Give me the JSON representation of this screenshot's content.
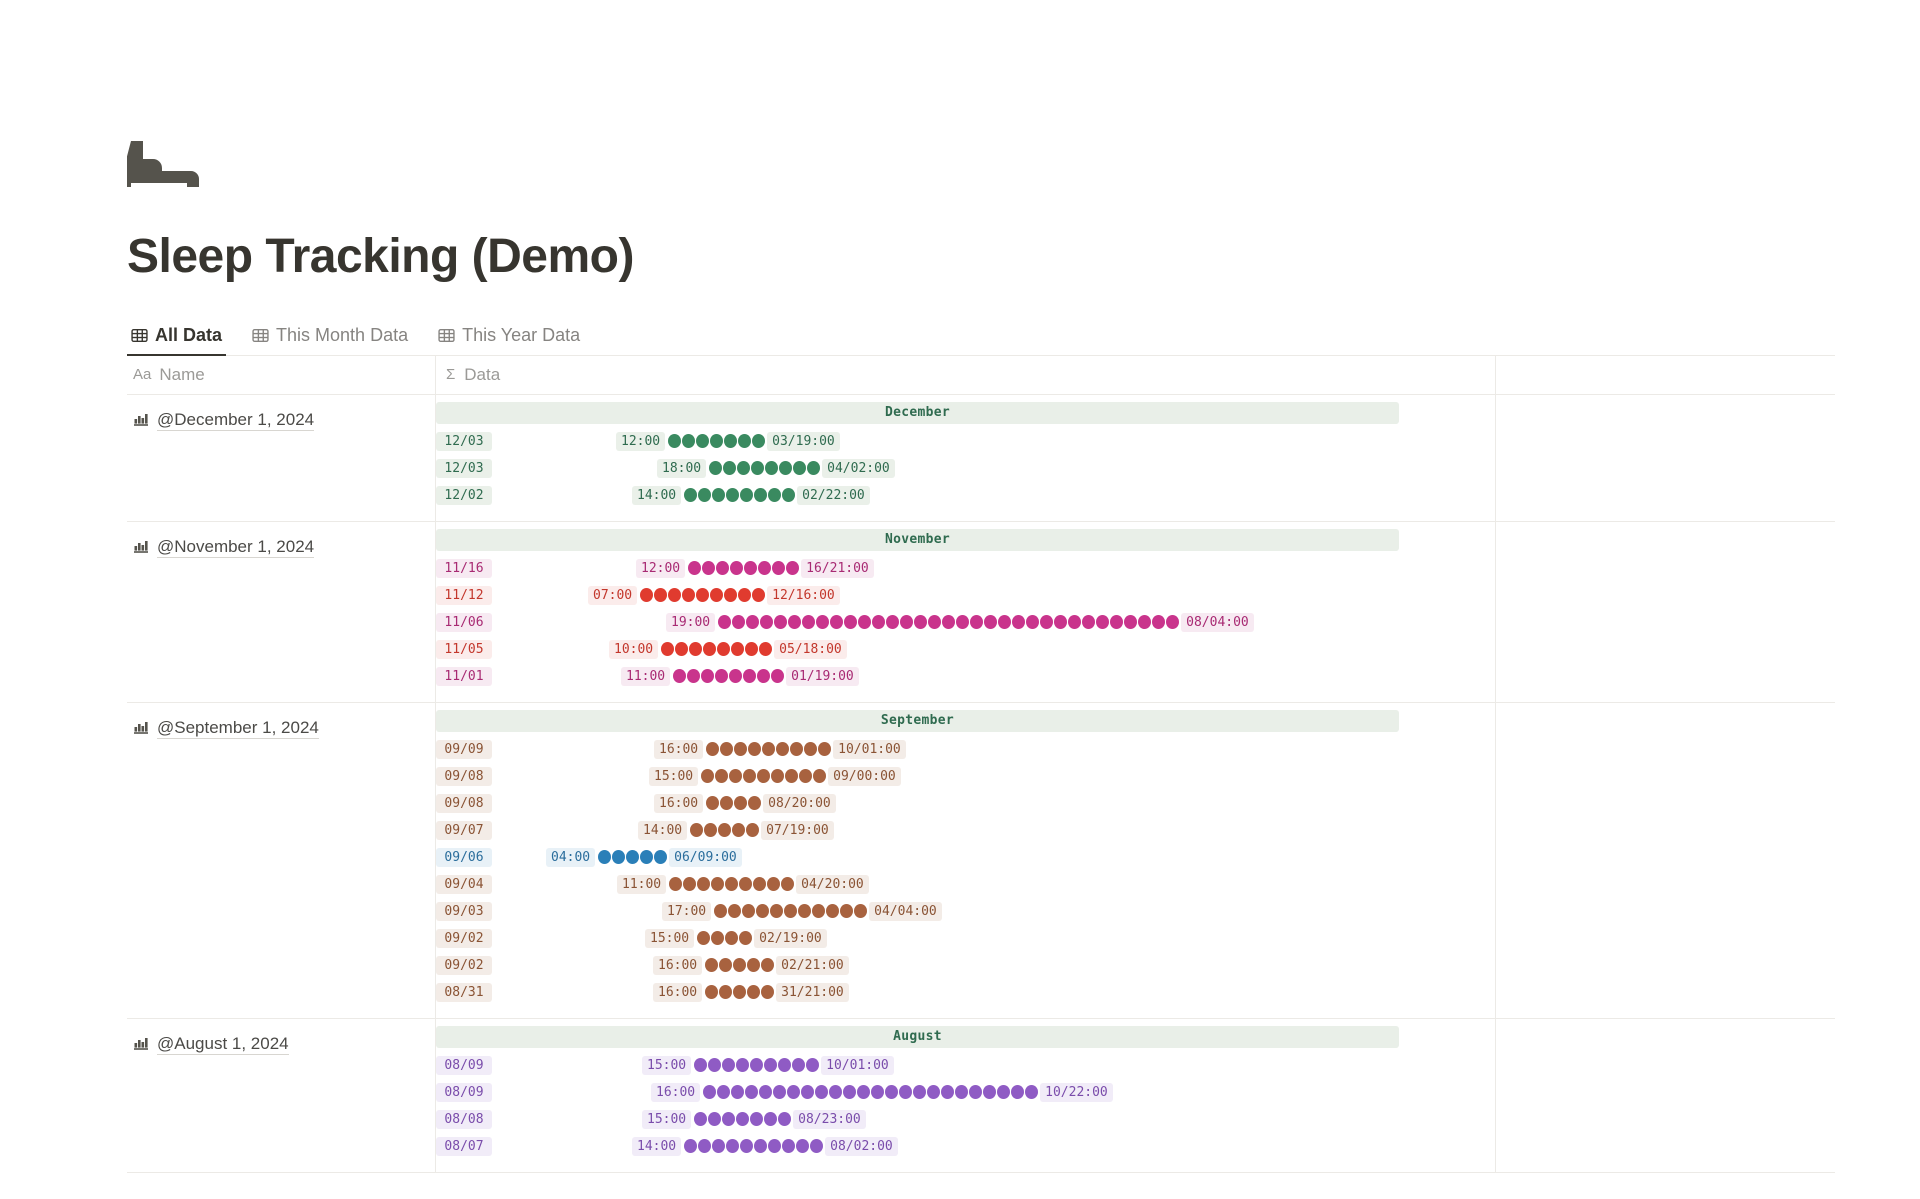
{
  "page": {
    "icon": "bed-icon",
    "title": "Sleep Tracking (Demo)"
  },
  "tabs": [
    {
      "label": "All Data",
      "icon": "table-icon",
      "active": true
    },
    {
      "label": "This Month Data",
      "icon": "table-icon",
      "active": false
    },
    {
      "label": "This Year Data",
      "icon": "table-icon",
      "active": false
    }
  ],
  "columns": [
    {
      "label": "Name",
      "icon": "aa-icon"
    },
    {
      "label": "Data",
      "icon": "sigma-icon"
    }
  ],
  "colors": {
    "green": "#3a8a60",
    "green_chip_bg": "#eaf0e9",
    "green_text": "#2f6b4f",
    "magenta": "#c9348c",
    "magenta_chip_bg": "#f7eaf2",
    "magenta_text": "#a82a73",
    "red": "#e03b2f",
    "red_chip_bg": "#fbeceb",
    "red_text": "#c3372c",
    "brown": "#a8623f",
    "brown_chip_bg": "#f3ece7",
    "brown_text": "#8a5334",
    "blue": "#2a7fb8",
    "blue_chip_bg": "#e8f1f7",
    "blue_text": "#2a6d9c",
    "purple": "#8f5bc4",
    "purple_chip_bg": "#f1ecf8",
    "purple_text": "#7a4cab",
    "month_bar_bg": "#e9efe8",
    "border": "#eceae6",
    "title_text": "#37352f"
  },
  "rows": [
    {
      "name": "@December 1, 2024",
      "month_label": "December",
      "color_key": "green",
      "entries": [
        {
          "date": "12/03",
          "start": "12:00",
          "end": "03/19:00",
          "dots": 7,
          "indent": 112,
          "color": "green"
        },
        {
          "date": "12/03",
          "start": "18:00",
          "end": "04/02:00",
          "dots": 8,
          "indent": 153,
          "color": "green"
        },
        {
          "date": "12/02",
          "start": "14:00",
          "end": "02/22:00",
          "dots": 8,
          "indent": 128,
          "color": "green"
        }
      ]
    },
    {
      "name": "@November 1, 2024",
      "month_label": "November",
      "color_key": "magenta",
      "entries": [
        {
          "date": "11/16",
          "start": "12:00",
          "end": "16/21:00",
          "dots": 8,
          "indent": 132,
          "color": "magenta"
        },
        {
          "date": "11/12",
          "start": "07:00",
          "end": "12/16:00",
          "dots": 9,
          "indent": 84,
          "color": "red"
        },
        {
          "date": "11/06",
          "start": "19:00",
          "end": "08/04:00",
          "dots": 33,
          "indent": 162,
          "color": "magenta"
        },
        {
          "date": "11/05",
          "start": "10:00",
          "end": "05/18:00",
          "dots": 8,
          "indent": 105,
          "color": "red"
        },
        {
          "date": "11/01",
          "start": "11:00",
          "end": "01/19:00",
          "dots": 8,
          "indent": 117,
          "color": "magenta"
        }
      ]
    },
    {
      "name": "@September 1, 2024",
      "month_label": "September",
      "color_key": "brown",
      "entries": [
        {
          "date": "09/09",
          "start": "16:00",
          "end": "10/01:00",
          "dots": 9,
          "indent": 150,
          "color": "brown"
        },
        {
          "date": "09/08",
          "start": "15:00",
          "end": "09/00:00",
          "dots": 9,
          "indent": 145,
          "color": "brown"
        },
        {
          "date": "09/08",
          "start": "16:00",
          "end": "08/20:00",
          "dots": 4,
          "indent": 150,
          "color": "brown"
        },
        {
          "date": "09/07",
          "start": "14:00",
          "end": "07/19:00",
          "dots": 5,
          "indent": 134,
          "color": "brown"
        },
        {
          "date": "09/06",
          "start": "04:00",
          "end": "06/09:00",
          "dots": 5,
          "indent": 42,
          "color": "blue"
        },
        {
          "date": "09/04",
          "start": "11:00",
          "end": "04/20:00",
          "dots": 9,
          "indent": 113,
          "color": "brown"
        },
        {
          "date": "09/03",
          "start": "17:00",
          "end": "04/04:00",
          "dots": 11,
          "indent": 158,
          "color": "brown"
        },
        {
          "date": "09/02",
          "start": "15:00",
          "end": "02/19:00",
          "dots": 4,
          "indent": 141,
          "color": "brown"
        },
        {
          "date": "09/02",
          "start": "16:00",
          "end": "02/21:00",
          "dots": 5,
          "indent": 149,
          "color": "brown"
        },
        {
          "date": "08/31",
          "start": "16:00",
          "end": "31/21:00",
          "dots": 5,
          "indent": 149,
          "color": "brown"
        }
      ]
    },
    {
      "name": "@August 1, 2024",
      "month_label": "August",
      "color_key": "purple",
      "entries": [
        {
          "date": "08/09",
          "start": "15:00",
          "end": "10/01:00",
          "dots": 9,
          "indent": 138,
          "color": "purple"
        },
        {
          "date": "08/09",
          "start": "16:00",
          "end": "10/22:00",
          "dots": 24,
          "indent": 147,
          "color": "purple"
        },
        {
          "date": "08/08",
          "start": "15:00",
          "end": "08/23:00",
          "dots": 7,
          "indent": 138,
          "color": "purple"
        },
        {
          "date": "08/07",
          "start": "14:00",
          "end": "08/02:00",
          "dots": 10,
          "indent": 128,
          "color": "purple"
        }
      ]
    }
  ]
}
